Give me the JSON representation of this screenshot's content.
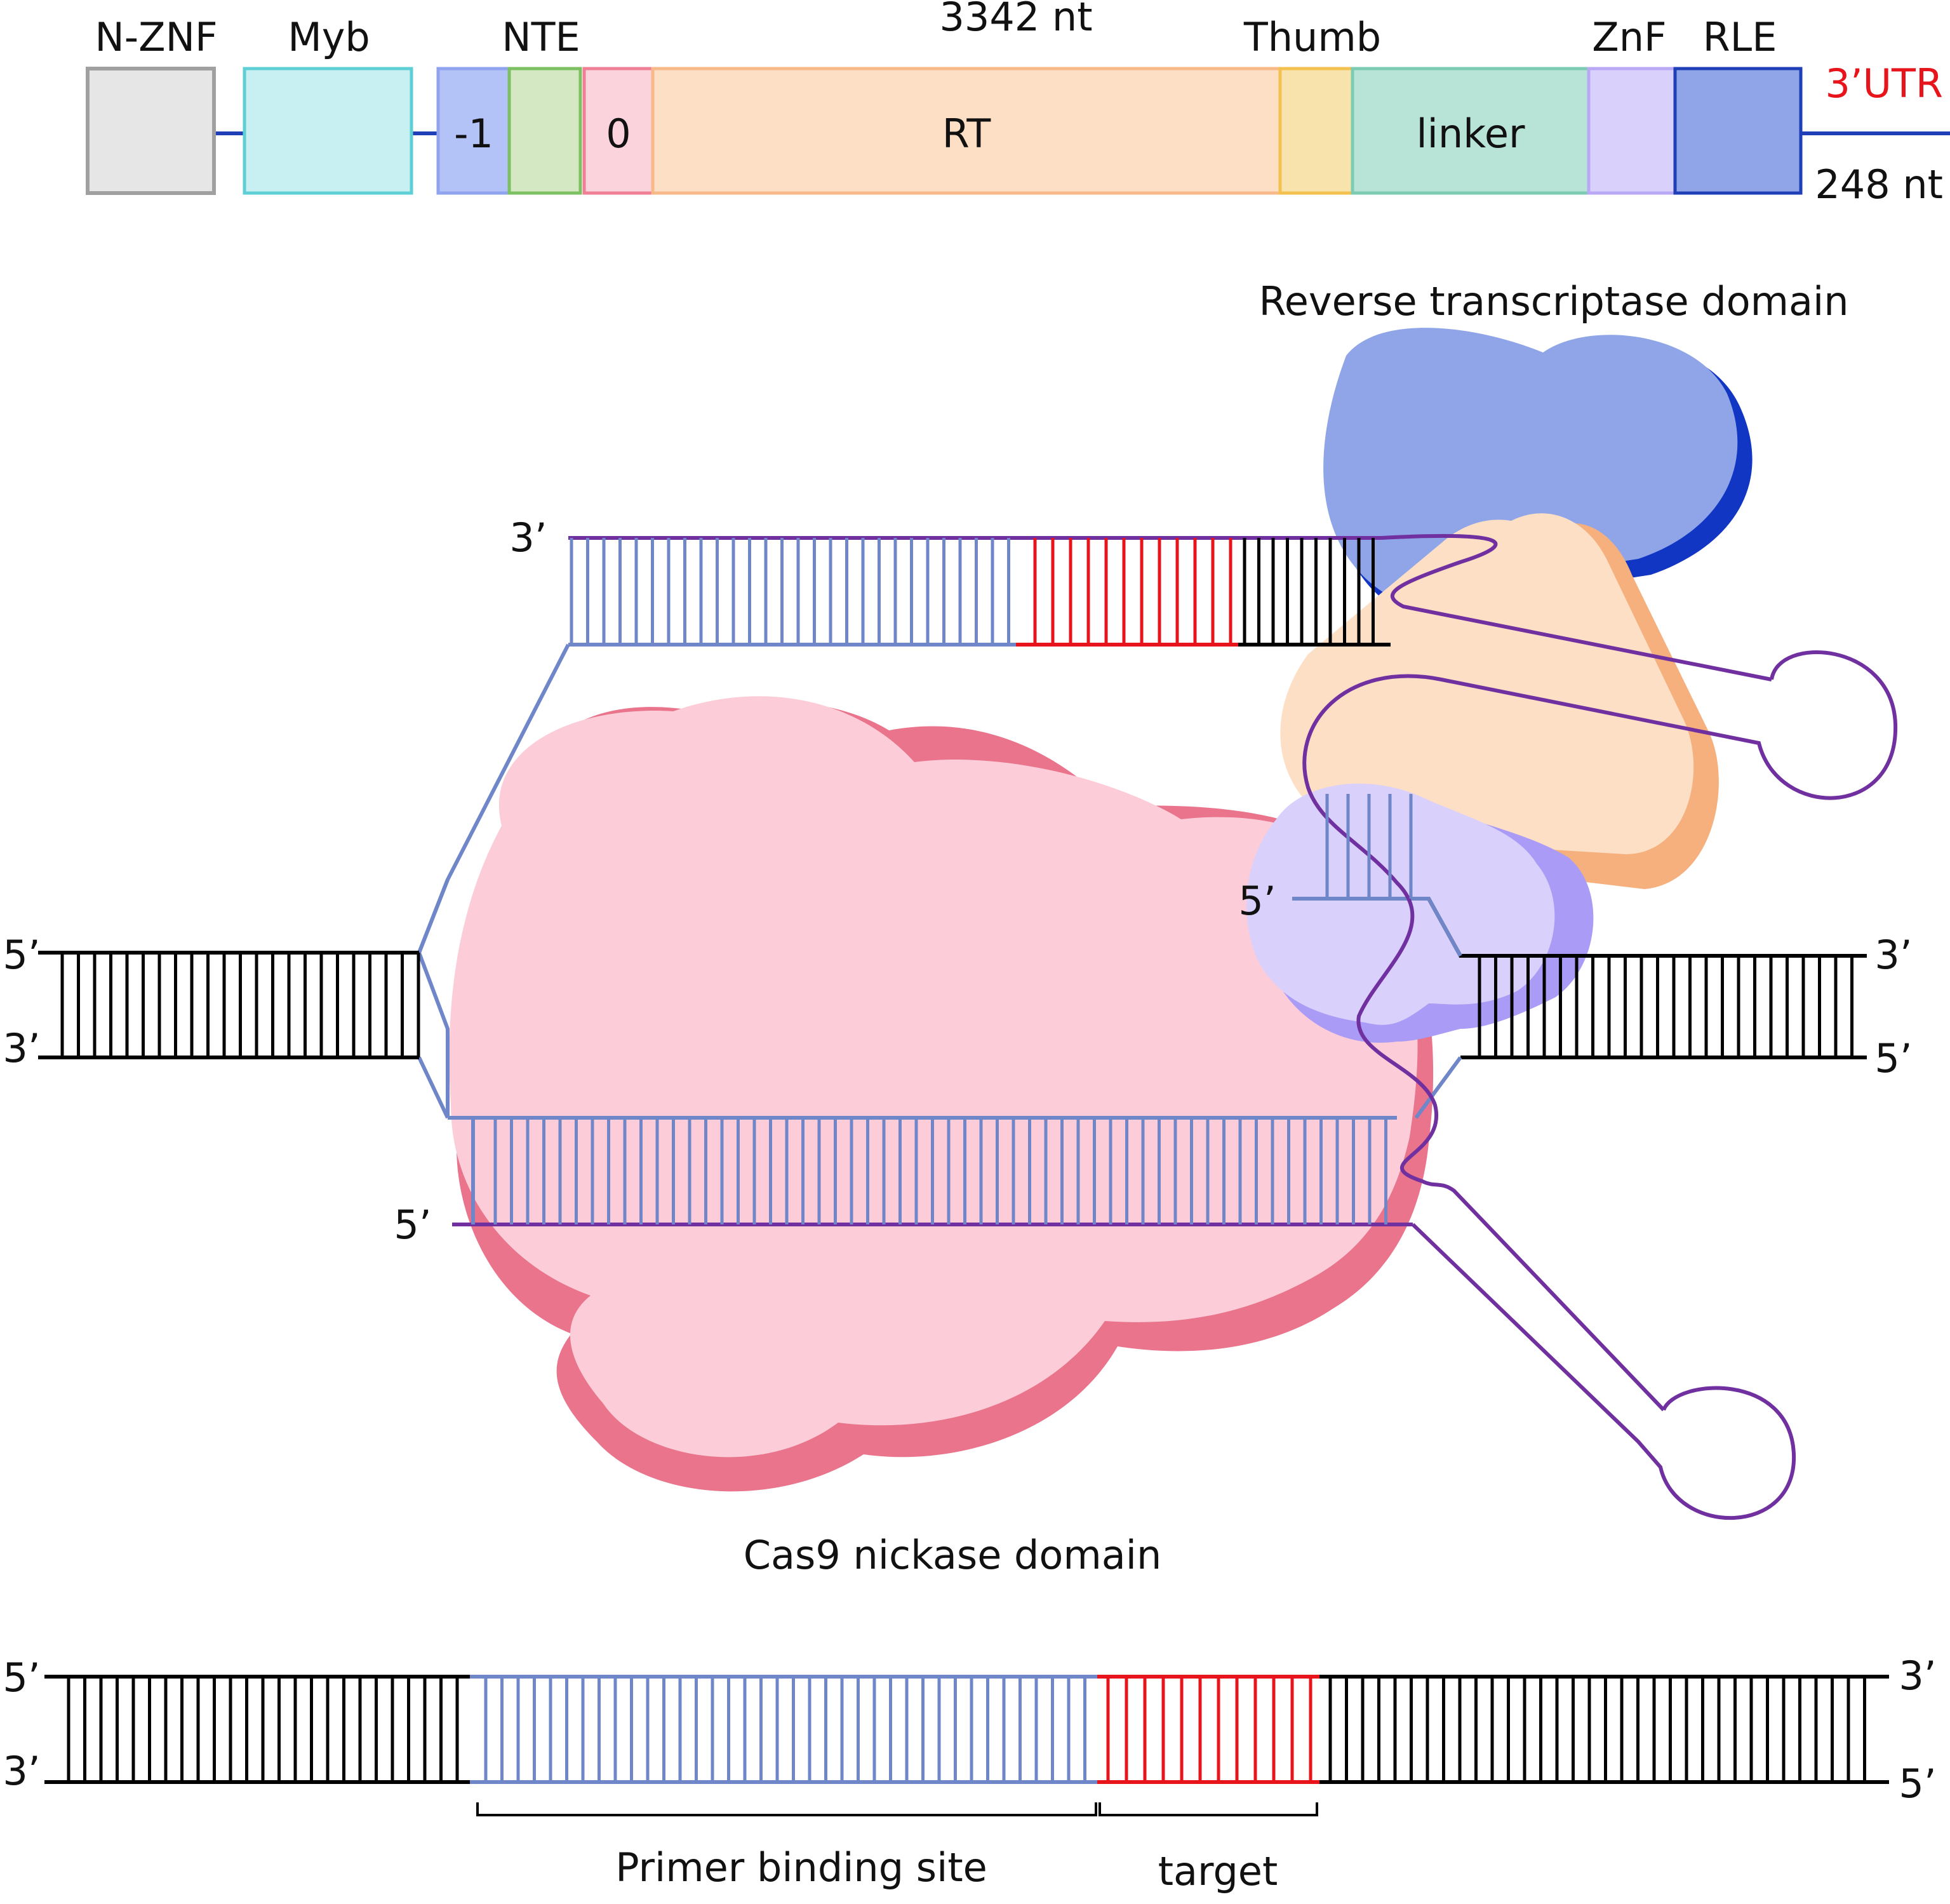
{
  "gene_map": {
    "length_label": "3342 nt",
    "utr_label": "3’UTR",
    "utr_length_label": "248 nt",
    "domains": [
      {
        "label": "N-ZNF",
        "inner": "",
        "fill": "#e6e6e6",
        "stroke": "#a0a0a0"
      },
      {
        "label": "Myb",
        "inner": "",
        "fill": "#c8eff2",
        "stroke": "#5fcfd6"
      },
      {
        "label": "",
        "inner": "-1",
        "fill": "#b3c2f7",
        "stroke": "#8fa3ee"
      },
      {
        "label": "NTE",
        "inner": "",
        "fill": "#d3e8c3",
        "stroke": "#7cc062"
      },
      {
        "label": "",
        "inner": "0",
        "fill": "#fbd3dc",
        "stroke": "#ee7f95"
      },
      {
        "label": "",
        "inner": "RT",
        "fill": "#fddfc6",
        "stroke": "#f8b988"
      },
      {
        "label": "Thumb",
        "inner": "",
        "fill": "#f9e3ad",
        "stroke": "#f3c24e"
      },
      {
        "label": "",
        "inner": "linker",
        "fill": "#b7e4d6",
        "stroke": "#7ccbb2"
      },
      {
        "label": "ZnF",
        "inner": "",
        "fill": "#d9d0fb",
        "stroke": "#b9a8f4"
      },
      {
        "label": "RLE",
        "inner": "",
        "fill": "#8fa5e8",
        "stroke": "#1f3fb8"
      }
    ],
    "colors": {
      "backbone": "#1f3fb8",
      "utr": "#e8141b"
    }
  },
  "complex": {
    "rt_domain_label": "Reverse transcriptase domain",
    "cas9_label": "Cas9 nickase domain",
    "strand_labels": {
      "top_three_prime": "3’",
      "left_five_prime": "5’",
      "left_three_prime": "3’",
      "mid_five_prime": "5’",
      "right_three_prime": "3’",
      "right_five_prime": "5’",
      "lower_five_prime": "5’"
    },
    "colors": {
      "cas9_fill": "#fccdd8",
      "cas9_shadow": "#e9748c",
      "rt_blue": "#8fa5e8",
      "rt_blue_shadow": "#1136c4",
      "rt_peach": "#fddfc6",
      "rt_peach_shadow": "#f6b07e",
      "lavender": "#d9d0fb",
      "lavender_shadow": "#aa9cf6",
      "rna": "#7030a0",
      "pbs": "#6f86c9",
      "target": "#e8141b",
      "dna": "#000000"
    }
  },
  "product": {
    "labels": {
      "left_five": "5’",
      "left_three": "3’",
      "right_three": "3’",
      "right_five": "5’"
    },
    "pbs_label": "Primer binding site",
    "target_label": "target"
  }
}
